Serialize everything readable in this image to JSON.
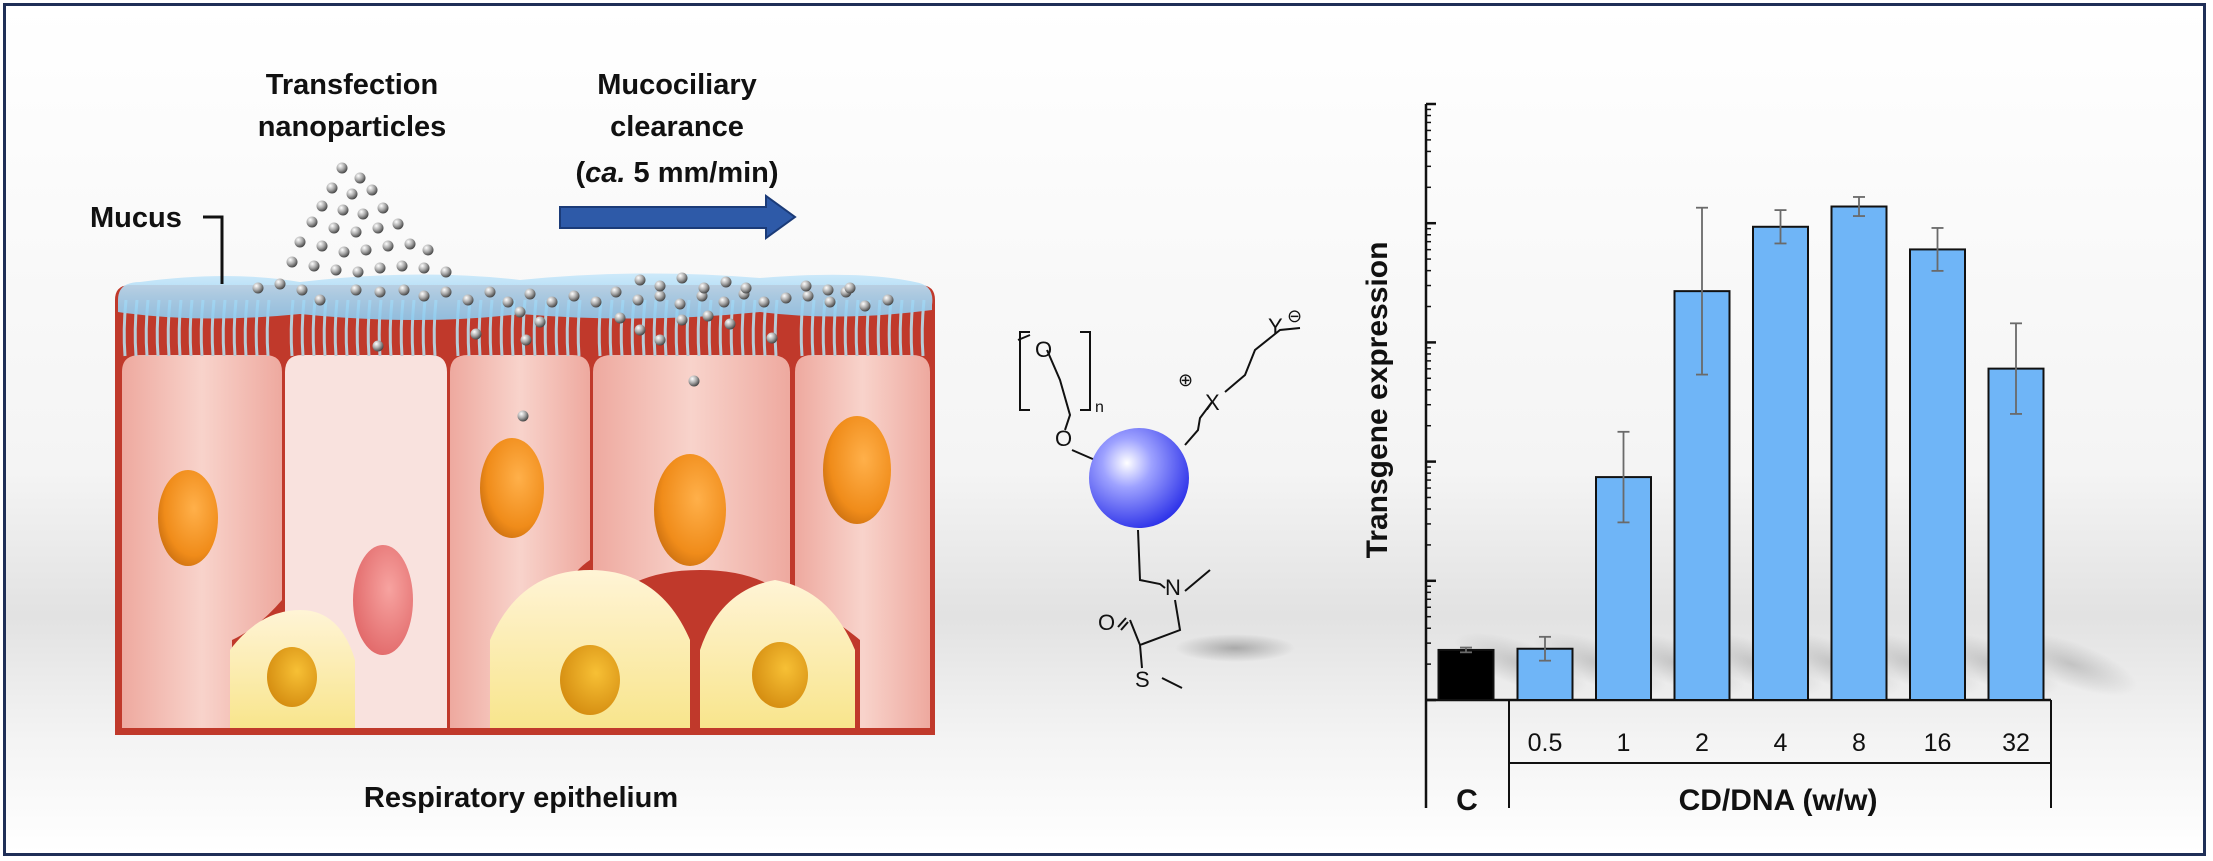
{
  "illustration": {
    "nanoparticles_label": [
      "Transfection",
      "nanoparticles"
    ],
    "clearance_label": [
      "Mucociliary",
      "clearance"
    ],
    "clearance_rate_prefix": "(",
    "clearance_rate_italic": "ca.",
    "clearance_rate_rest": " 5 mm/min)",
    "mucus_label": "Mucus",
    "epithelium_label": "Respiratory epithelium"
  },
  "molecule": {
    "atoms": [
      "O",
      "O",
      "n",
      "X",
      "Y",
      "N",
      "O",
      "S"
    ],
    "charges": [
      "⊕",
      "⊖"
    ]
  },
  "colors": {
    "frame": "#1f2f57",
    "arrow": "#2e5aa8",
    "bar": "#6fb5f7",
    "control_bar": "#000000",
    "sphere": "#3a3ef0",
    "mucus": "#9fd3f2",
    "cell": "#f4c3b9",
    "nucleus": "#f08c1a"
  },
  "chart_data": {
    "type": "bar",
    "ylabel": "Transgene expression",
    "xlabel": "CD/DNA (w/w)",
    "y_scale": "log",
    "y_axis_numbers_shown": false,
    "ylim_decades": [
      0,
      5
    ],
    "control": {
      "label": "C",
      "value": 0.42,
      "error": 0.02
    },
    "categories": [
      "0.5",
      "1",
      "2",
      "4",
      "8",
      "16",
      "32"
    ],
    "values": [
      0.43,
      1.87,
      3.43,
      3.97,
      4.14,
      3.78,
      2.78
    ],
    "errors": [
      0.1,
      0.38,
      0.7,
      0.14,
      0.08,
      0.18,
      0.38
    ]
  }
}
